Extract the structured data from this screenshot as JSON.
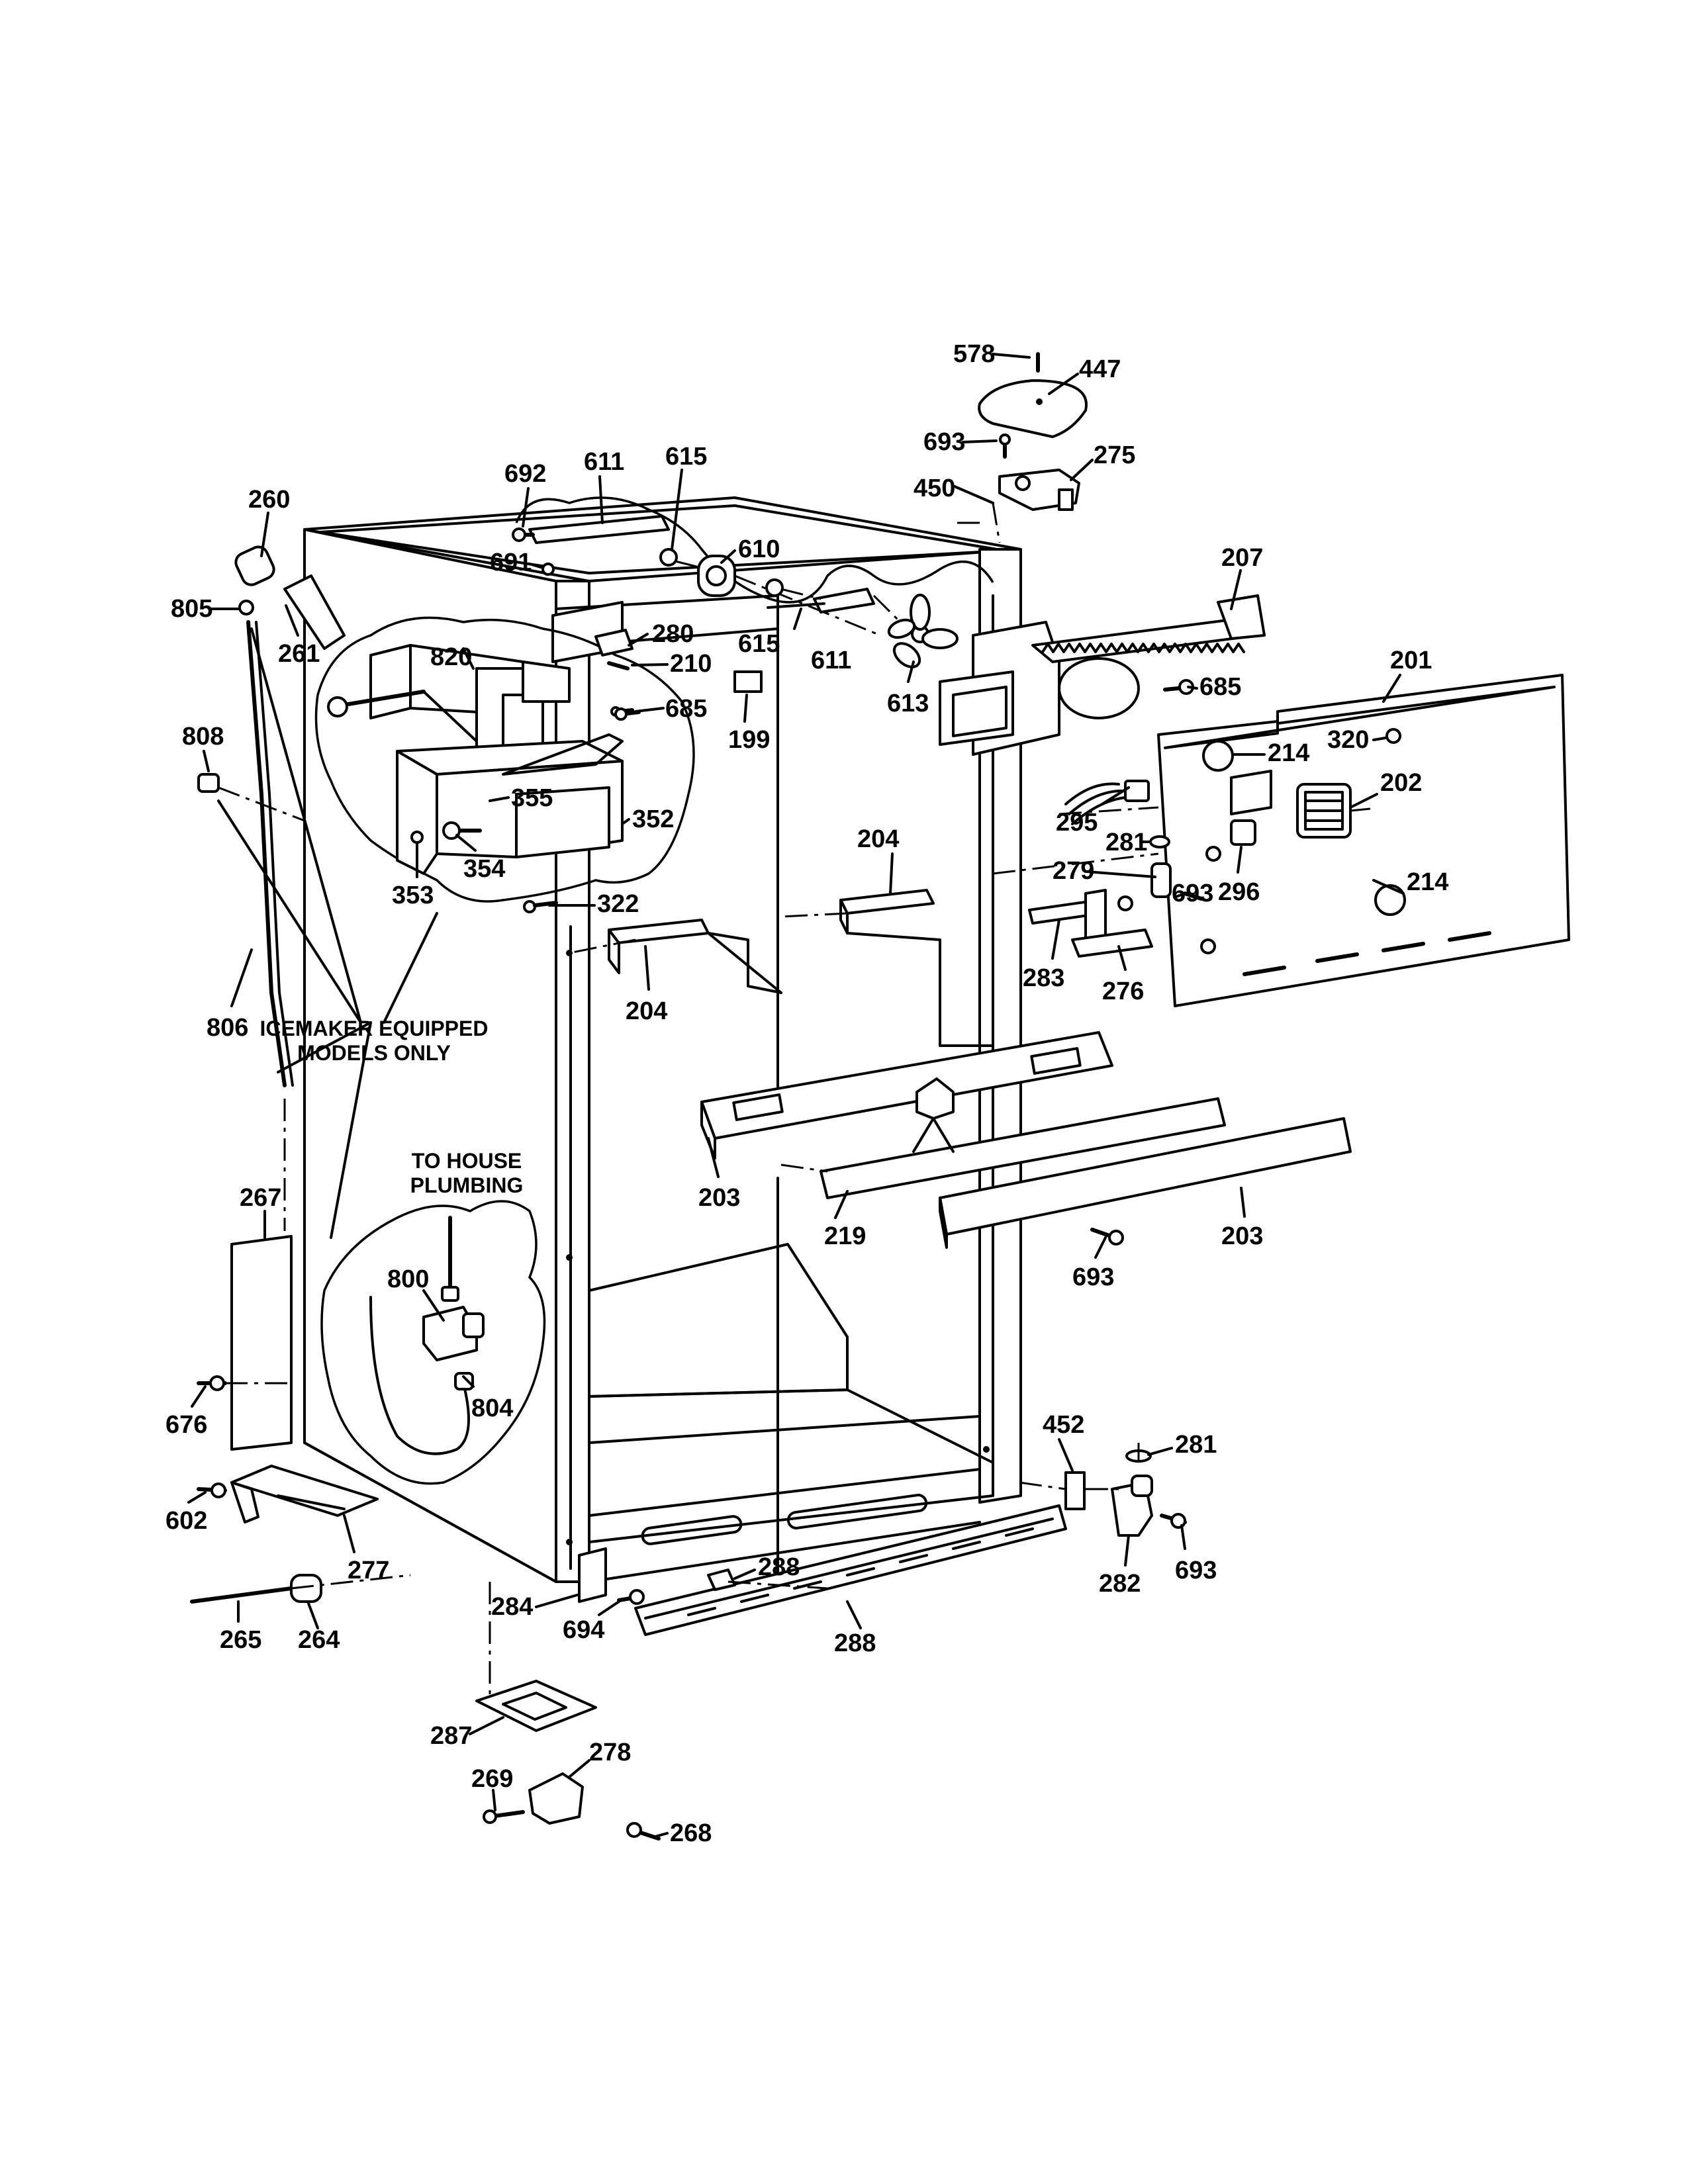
{
  "notes": {
    "icemaker": [
      "ICEMAKER EQUIPPED",
      "MODELS ONLY"
    ],
    "plumbing": [
      "TO HOUSE",
      "PLUMBING"
    ]
  },
  "callouts": [
    {
      "num": "578"
    },
    {
      "num": "447"
    },
    {
      "num": "693"
    },
    {
      "num": "275"
    },
    {
      "num": "450"
    },
    {
      "num": "692"
    },
    {
      "num": "611"
    },
    {
      "num": "615"
    },
    {
      "num": "260"
    },
    {
      "num": "691"
    },
    {
      "num": "610"
    },
    {
      "num": "207"
    },
    {
      "num": "805"
    },
    {
      "num": "261"
    },
    {
      "num": "820"
    },
    {
      "num": "280"
    },
    {
      "num": "210"
    },
    {
      "num": "615"
    },
    {
      "num": "611"
    },
    {
      "num": "685"
    },
    {
      "num": "201"
    },
    {
      "num": "685"
    },
    {
      "num": "199"
    },
    {
      "num": "613"
    },
    {
      "num": "214"
    },
    {
      "num": "320"
    },
    {
      "num": "808"
    },
    {
      "num": "355"
    },
    {
      "num": "352"
    },
    {
      "num": "295"
    },
    {
      "num": "202"
    },
    {
      "num": "354"
    },
    {
      "num": "353"
    },
    {
      "num": "204"
    },
    {
      "num": "281"
    },
    {
      "num": "296"
    },
    {
      "num": "279"
    },
    {
      "num": "693"
    },
    {
      "num": "214"
    },
    {
      "num": "322"
    },
    {
      "num": "283"
    },
    {
      "num": "276"
    },
    {
      "num": "204"
    },
    {
      "num": "806"
    },
    {
      "num": "203"
    },
    {
      "num": "219"
    },
    {
      "num": "203"
    },
    {
      "num": "693"
    },
    {
      "num": "267"
    },
    {
      "num": "800"
    },
    {
      "num": "804"
    },
    {
      "num": "676"
    },
    {
      "num": "452"
    },
    {
      "num": "281"
    },
    {
      "num": "602"
    },
    {
      "num": "277"
    },
    {
      "num": "288"
    },
    {
      "num": "282"
    },
    {
      "num": "693"
    },
    {
      "num": "284"
    },
    {
      "num": "694"
    },
    {
      "num": "288"
    },
    {
      "num": "265"
    },
    {
      "num": "264"
    },
    {
      "num": "287"
    },
    {
      "num": "278"
    },
    {
      "num": "269"
    },
    {
      "num": "268"
    }
  ]
}
